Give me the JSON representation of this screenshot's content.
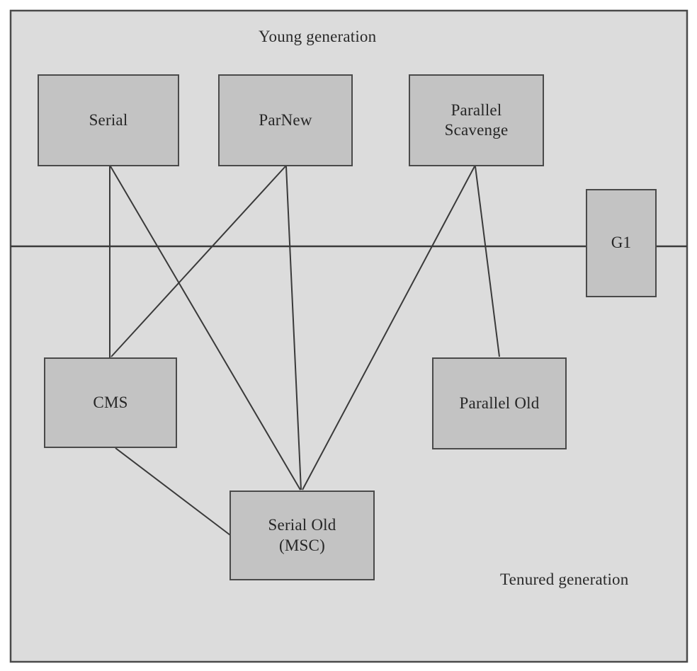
{
  "figure": {
    "background_color": "#dcdcdc",
    "page_color": "#ffffff",
    "box_fill_color": "#c3c3c3",
    "box_border_color": "#4a4a4a",
    "line_color": "#3a3a3a",
    "text_color": "#262626"
  },
  "regions": {
    "young": {
      "label": "Young generation"
    },
    "tenured": {
      "label": "Tenured generation"
    }
  },
  "collectors": {
    "serial": {
      "label": "Serial",
      "generation": "young"
    },
    "parnew": {
      "label": "ParNew",
      "generation": "young"
    },
    "parallel_scavenge": {
      "label": "Parallel\nScavenge",
      "generation": "young"
    },
    "g1": {
      "label": "G1",
      "generation": "both"
    },
    "cms": {
      "label": "CMS",
      "generation": "tenured"
    },
    "parallel_old": {
      "label": "Parallel Old",
      "generation": "tenured"
    },
    "serial_old": {
      "label": "Serial Old\n(MSC)",
      "generation": "tenured"
    }
  },
  "connections": [
    {
      "from": "serial",
      "to": "cms"
    },
    {
      "from": "serial",
      "to": "serial_old"
    },
    {
      "from": "parnew",
      "to": "cms"
    },
    {
      "from": "parnew",
      "to": "serial_old"
    },
    {
      "from": "parallel_scavenge",
      "to": "serial_old"
    },
    {
      "from": "parallel_scavenge",
      "to": "parallel_old"
    },
    {
      "from": "cms",
      "to": "serial_old"
    }
  ]
}
